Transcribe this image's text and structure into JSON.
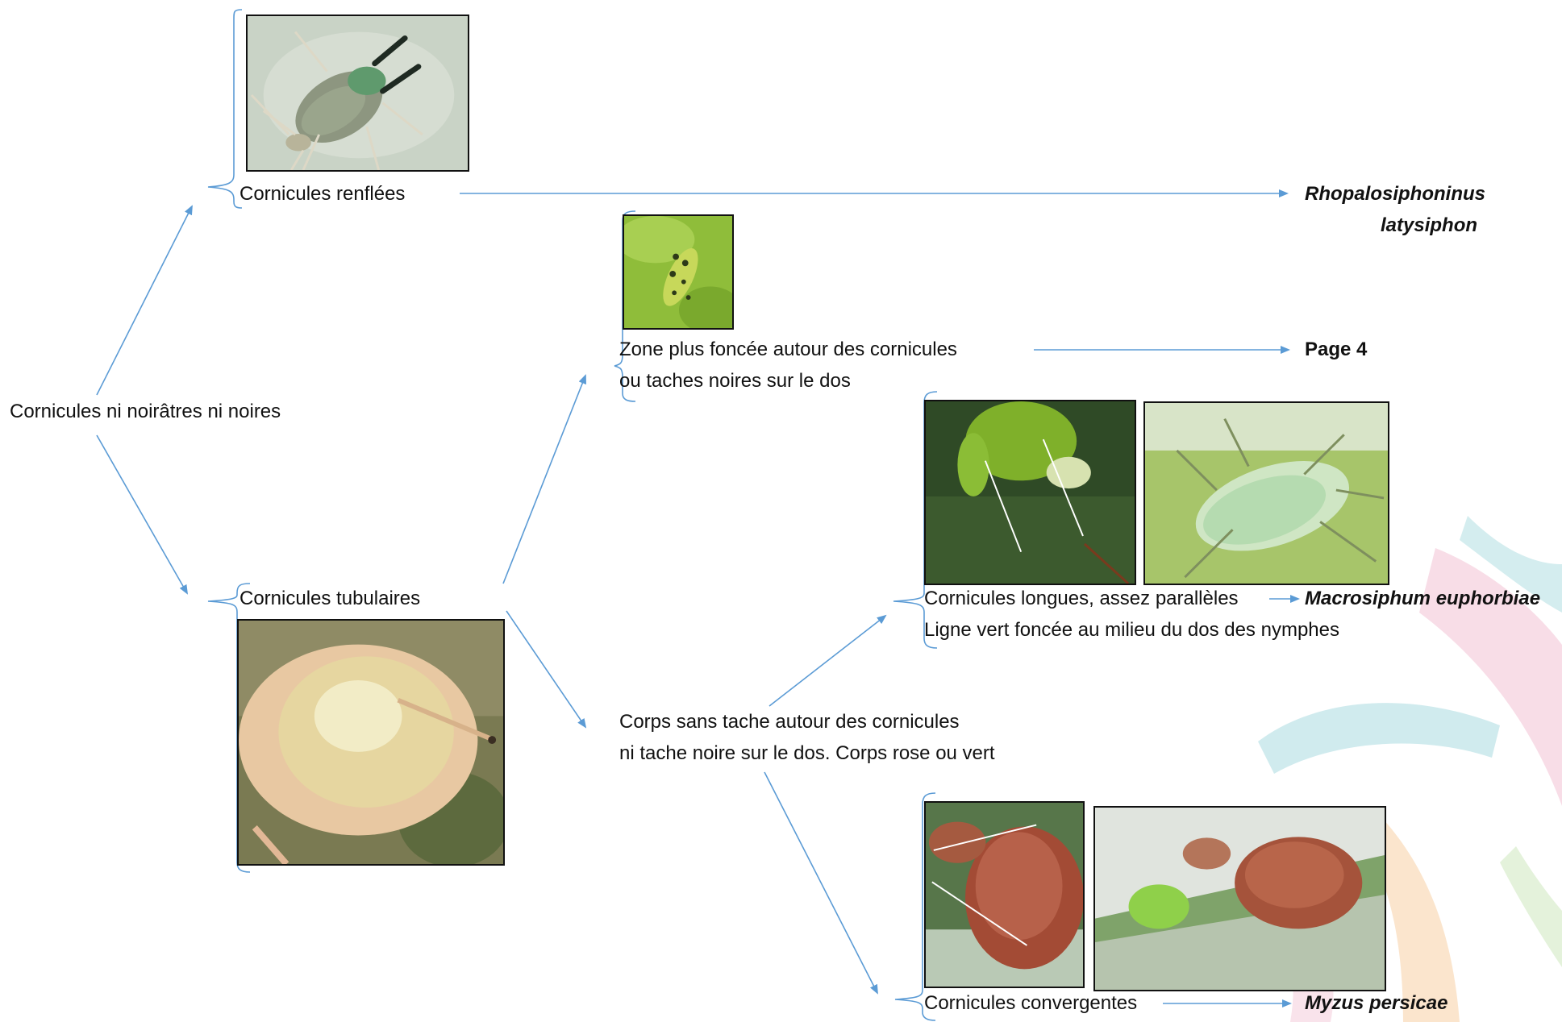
{
  "root": {
    "label": "Cornicules ni noirâtres ni noires"
  },
  "branch_swollen": {
    "label": "Cornicules renflées",
    "result": {
      "line1": "Rhopalosiphoninus",
      "line2": "latysiphon"
    }
  },
  "branch_tubular": {
    "label": "Cornicules tubulaires"
  },
  "branch_dark_zone": {
    "line1": "Zone plus foncée autour des cornicules",
    "line2": "ou taches noires sur le dos",
    "result": "Page 4"
  },
  "branch_no_spot": {
    "line1": "Corps sans tache autour des cornicules",
    "line2": "ni tache noire sur le dos. Corps rose ou vert"
  },
  "branch_long": {
    "line1": "Cornicules longues, assez parallèles",
    "line2": "Ligne vert foncée au milieu du dos des nymphes",
    "result": "Macrosiphum euphorbiae"
  },
  "branch_convergent": {
    "label": "Cornicules convergentes",
    "result": "Myzus persicae"
  },
  "colors": {
    "connector": "#5b9bd5",
    "text": "#111111",
    "watermark": [
      "#e8a0b8",
      "#7fc6cc",
      "#f3b77c"
    ]
  },
  "icons": {
    "arrow": "triangle-arrowhead",
    "bracket": "left-curly-brace"
  }
}
